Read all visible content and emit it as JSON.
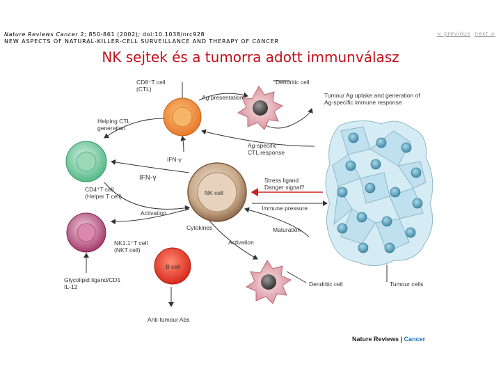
{
  "header": {
    "journal": "Nature Reviews Cancer",
    "citation": " 2; 850-861 (2002); doi:10.1038/nrc928",
    "article_title": "NEW ASPECTS OF NATURAL-KILLER-CELL SURVEILLANCE AND THERAPY OF CANCER"
  },
  "nav": {
    "previous": "< previous",
    "next": "next >"
  },
  "slide_title": "NK sejtek és a tumorra adott immunválasz",
  "labels": {
    "cd8_1": "CD8⁺T cell",
    "cd8_2": "(CTL)",
    "dendritic_top": "Dendritic cell",
    "ag_presentation": "Ag presentation",
    "tumour_ag_1": "Tumour Ag uptake and generation of",
    "tumour_ag_2": "Ag-specific immune response",
    "helping_1": "Helping CTL",
    "helping_2": "generation",
    "ag_specific_1": "Ag-specific",
    "ag_specific_2": "CTL response",
    "ifn_small": "IFN-γ",
    "ifn_large": "IFN-γ",
    "nk_cell": "NK cell",
    "stress_1": "Stress ligand",
    "stress_2": "Danger signal?",
    "cd4_1": "CD4⁺T cell",
    "cd4_2": "(Helper T cell)",
    "immune_pressure": "Immune pressure",
    "activation_left": "Activation",
    "cytokines": "Cytokines",
    "maturation": "Maturation",
    "nkt_1": "NK1.1⁺T cell",
    "nkt_2": "(NKT cell)",
    "activation_bottom": "Activation",
    "b_cell": "B cell",
    "glyco_1": "Glycolipid ligand/CD1",
    "glyco_2": "IL-12",
    "dendritic_bottom": "Dendritic cell",
    "tumour_cells": "Tumour cells",
    "anti_tumour": "Anti-tumour Abs",
    "brand_1": "Nature Reviews",
    "brand_sep": " | ",
    "brand_2": "Cancer"
  },
  "colors": {
    "title_red": "#c0101a",
    "cd8_orange": "#f08a2a",
    "cd4_green": "#6cc79a",
    "nk_brown": "#a8856a",
    "nkt_purple": "#b04a78",
    "b_cell_red": "#e63a2a",
    "dendritic_pink": "#e9b7bd",
    "tumour_blue": "#b9dcea",
    "stress_arrow": "#d02020"
  }
}
